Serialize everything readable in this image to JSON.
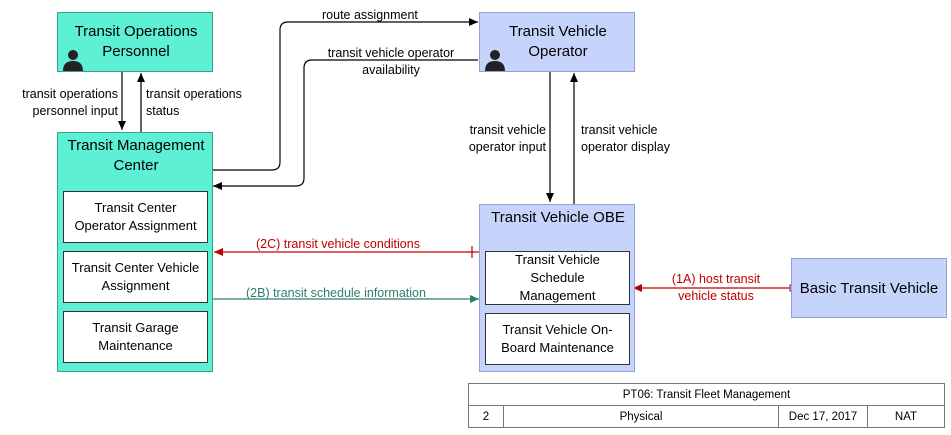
{
  "elements": {
    "transit_operations_personnel": "Transit Operations Personnel",
    "transit_vehicle_operator": "Transit Vehicle Operator",
    "transit_management_center": "Transit Management Center",
    "tmc_operator_assignment": "Transit Center Operator Assignment",
    "tmc_vehicle_assignment": "Transit Center Vehicle Assignment",
    "tmc_garage_maintenance": "Transit Garage Maintenance",
    "transit_vehicle_obe": "Transit Vehicle OBE",
    "obe_schedule_management": "Transit Vehicle Schedule Management",
    "obe_onboard_maintenance": "Transit Vehicle On-Board Maintenance",
    "basic_transit_vehicle": "Basic Transit Vehicle"
  },
  "flows": {
    "personnel_input": "transit operations personnel input",
    "operations_status": "transit operations status",
    "route_assignment": "route assignment",
    "operator_availability": "transit vehicle operator availability",
    "operator_input": "transit vehicle operator input",
    "operator_display": "transit vehicle operator display",
    "vehicle_conditions": "(2C) transit vehicle conditions",
    "schedule_information": "(2B) transit schedule information",
    "host_vehicle_status": "(1A) host transit vehicle status"
  },
  "colors": {
    "center_fill": "#5ef0d4",
    "vehicle_fill": "#c6d4fb",
    "flow_red": "#c00000",
    "flow_teal": "#2e7d6e",
    "flow_black": "#000000"
  },
  "icons": {
    "person": "person-icon"
  },
  "title_block": {
    "title": "PT06: Transit Fleet Management",
    "number": "2",
    "view": "Physical",
    "date": "Dec 17, 2017",
    "org": "NAT"
  }
}
